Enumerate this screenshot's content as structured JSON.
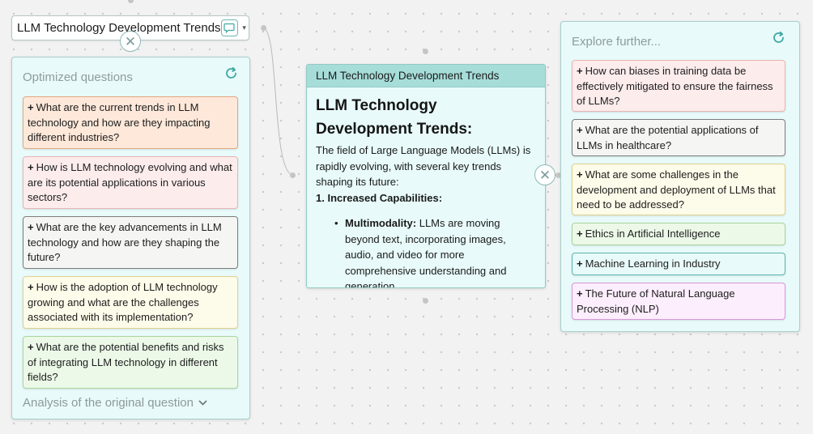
{
  "query_node": {
    "title": "LLM Technology Development Trends"
  },
  "left_panel": {
    "title": "Optimized questions",
    "questions": [
      {
        "text": "What are the current trends in LLM technology and how are they impacting different industries?"
      },
      {
        "text": "How is LLM technology evolving and what are its potential applications in various sectors?"
      },
      {
        "text": "What are the key advancements in LLM technology and how are they shaping the future?"
      },
      {
        "text": "How is the adoption of LLM technology growing and what are the challenges associated with its implementation?"
      },
      {
        "text": "What are the potential benefits and risks of integrating LLM technology in different fields?"
      }
    ],
    "analysis_label": "Analysis of the original question"
  },
  "answer_node": {
    "header": "LLM Technology Development Trends",
    "heading": "LLM Technology Development Trends:",
    "intro": "The field of Large Language Models (LLMs) is rapidly evolving, with several key trends shaping its future:",
    "section_title": "1. Increased Capabilities:",
    "bullets": [
      {
        "term": "Multimodality:",
        "text": " LLMs are moving beyond text, incorporating images, audio, and video for more comprehensive understanding and generation."
      }
    ]
  },
  "right_panel": {
    "title": "Explore further...",
    "items": [
      {
        "text": "How can biases in training data be effectively mitigated to ensure the fairness of LLMs?"
      },
      {
        "text": "What are the potential applications of LLMs in healthcare?"
      },
      {
        "text": "What are some challenges in the development and deployment of LLMs that need to be addressed?"
      },
      {
        "text": "Ethics in Artificial Intelligence"
      },
      {
        "text": "Machine Learning in Industry"
      },
      {
        "text": "The Future of Natural Language Processing (NLP)"
      }
    ]
  },
  "icons": {
    "plus": "+",
    "close": "close-icon",
    "refresh": "refresh-icon",
    "comment": "comment-icon",
    "chevron": "chevron-down-icon"
  },
  "colors": {
    "accent": "#3ea9a2",
    "panel_bg": "#e8fafa",
    "header_bg": "#a6ddd9"
  }
}
